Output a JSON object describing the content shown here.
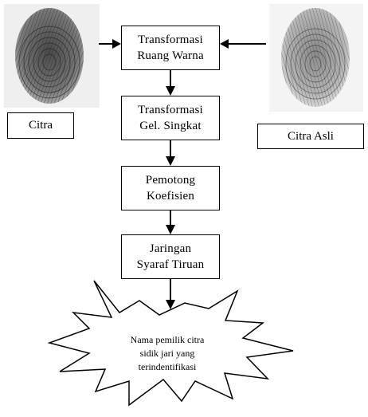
{
  "diagram": {
    "process_steps": [
      {
        "line1": "Transformasi",
        "line2": "Ruang Warna"
      },
      {
        "line1": "Transformasi",
        "line2": "Gel. Singkat"
      },
      {
        "line1": "Pemotong",
        "line2": "Koefisien"
      },
      {
        "line1": "Jaringan",
        "line2": "Syaraf Tiruan"
      }
    ],
    "inputs": {
      "left_label": "Citra",
      "right_label": "Citra Asli"
    },
    "output": {
      "line1": "Nama pemilik citra",
      "line2": "sidik jari yang",
      "line3": "terindentifikasi"
    },
    "colors": {
      "stroke": "#000000",
      "background": "#ffffff"
    }
  }
}
